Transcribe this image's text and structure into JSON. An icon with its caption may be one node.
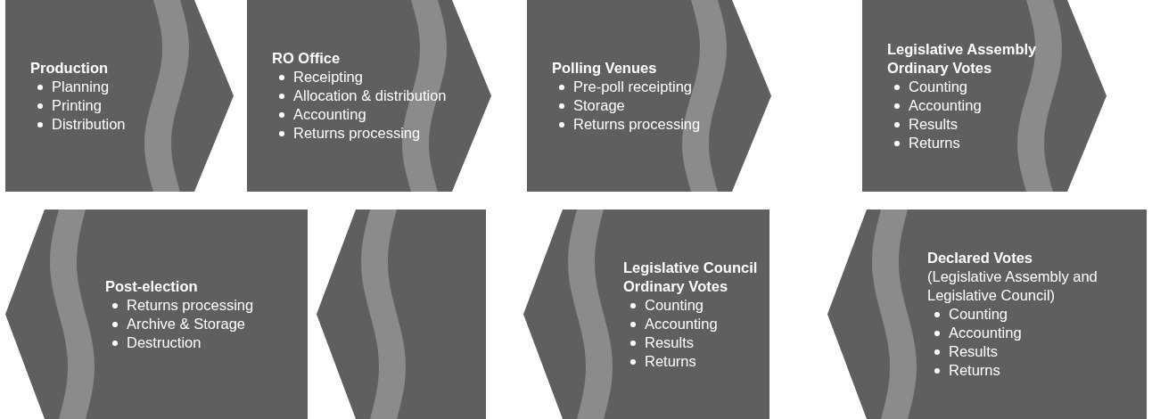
{
  "diagram": {
    "nodes": [
      {
        "text": [
          "Production",
          "Planning",
          "Printing",
          "Distribution"
        ]
      },
      {
        "text": [
          "RO Office",
          "Receipting",
          "Allocation & distribution",
          "Accounting",
          "Returns processing"
        ]
      },
      {
        "text": [
          "Polling Venues",
          "Pre-poll receipting",
          "Storage",
          "Returns processing"
        ]
      },
      {
        "text": [
          "Legislative Assembly Ordinary Votes",
          "Counting",
          "Accounting",
          "Results",
          "Returns"
        ]
      },
      {
        "text": [
          "Post-election",
          "Returns processing",
          "Archive & Storage",
          "Destruction"
        ]
      },
      {
        "text": [],
        "shape": "chevron"
      },
      {
        "text": [
          "Legislative Council Ordinary Votes",
          "Counting",
          "Accounting",
          "Results",
          "Returns"
        ]
      },
      {
        "text": [
          "Declared Votes",
          "(Legislative Assembly and Legislative Council)",
          "Counting",
          "Accounting",
          "Results",
          "Returns"
        ]
      }
    ]
  }
}
